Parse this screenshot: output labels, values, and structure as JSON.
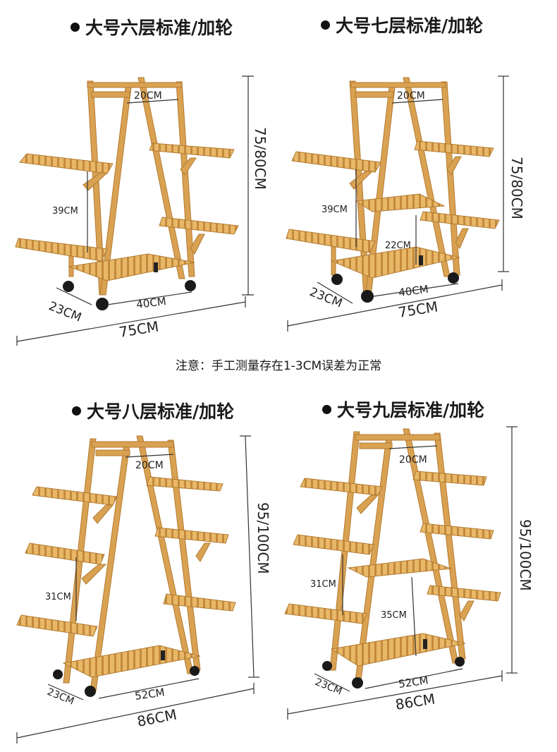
{
  "note": "注意：手工测量存在1-3CM误差为正常",
  "colors": {
    "wood": "#d9a252",
    "wood_dark": "#b27a30",
    "wood_light": "#edc27a",
    "line": "#333333",
    "wheel": "#1a1a1a"
  },
  "panels": [
    {
      "title": "大号六层标准/加轮",
      "dims": {
        "top": "20CM",
        "height": "75/80CM",
        "gap": "39CM",
        "inner": "40CM",
        "depth": "23CM",
        "width": "75CM"
      }
    },
    {
      "title": "大号七层标准/加轮",
      "dims": {
        "top": "20CM",
        "height": "75/80CM",
        "gap": "39CM",
        "gap2": "22CM",
        "inner": "40CM",
        "depth": "23CM",
        "width": "75CM"
      }
    },
    {
      "title": "大号八层标准/加轮",
      "dims": {
        "top": "20CM",
        "height": "95/100CM",
        "gap": "31CM",
        "inner": "52CM",
        "depth": "23CM",
        "width": "86CM"
      }
    },
    {
      "title": "大号九层标准/加轮",
      "dims": {
        "top": "20CM",
        "height": "95/100CM",
        "gap": "31CM",
        "gap2": "35CM",
        "inner": "52CM",
        "depth": "23CM",
        "width": "86CM"
      }
    }
  ]
}
